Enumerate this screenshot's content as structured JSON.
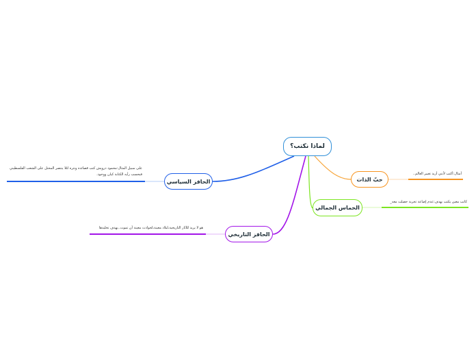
{
  "central": {
    "label": "لماذا نكتب؟",
    "color": "#2f8fd8"
  },
  "branches": [
    {
      "label": "حبّ الذات",
      "note": "أمثال:أكتب لأنني أريد تغيير العالم..",
      "color": "#f7931e"
    },
    {
      "label": "الحماس الجمالي",
      "note": "كاتب معين يكتب بهدف:عدم إضاعة تجربة حصلت معه_",
      "color": "#7ce520"
    },
    {
      "label": "الحافز السياسي",
      "note": "على سبيل المثال:محمود درويش كتب قصائده ونثره لئلا ينتصر المحتل على الشعب الفلسطيني فبحسب رأيه الكتابة كيان ووجود.",
      "color": "#1f5fe8"
    },
    {
      "label": "الحافز التاريخي",
      "note": "هو لا يريد للآثار التاريخية،لبلاد معينة،لحوادث معينة أن تموت..يهدف تخليدها",
      "color": "#a214e8"
    }
  ]
}
